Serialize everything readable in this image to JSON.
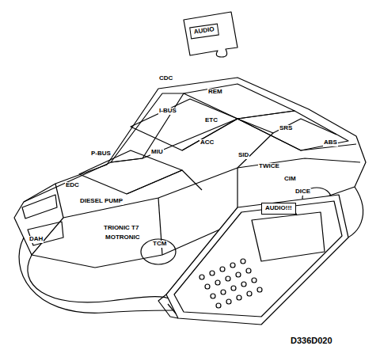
{
  "diagram": {
    "nodes": [
      {
        "text": [
          "AUDIO"
        ]
      },
      {
        "text": [
          "AUDIO!!!"
        ]
      }
    ],
    "labels": [
      "CDC",
      "REM",
      "I-BUS",
      "ETC",
      "ACC",
      "SRS",
      "ABS",
      "SID",
      "TWICE",
      "CIM",
      "DICE",
      "P-BUS",
      "MIU",
      "EDC",
      "DIESEL PUMP",
      "TRIONIC T7",
      "MOTRONIC",
      "TCM",
      "DAH",
      "D336D020"
    ]
  }
}
